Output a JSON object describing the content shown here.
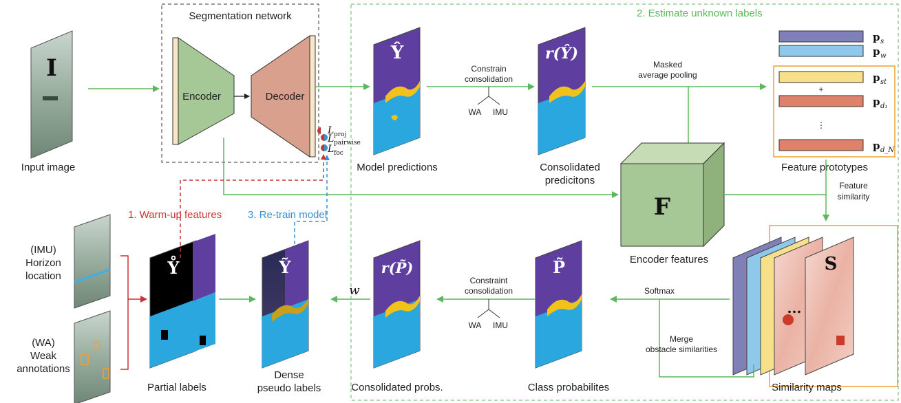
{
  "segmentation_network": {
    "title": "Segmentation network",
    "encoder": "Encoder",
    "decoder": "Decoder",
    "losses": [
      "L",
      "L",
      "L"
    ],
    "loss_subscripts": [
      "proj",
      "pairwise",
      "foc"
    ]
  },
  "input": {
    "symbol": "I",
    "caption": "Input image"
  },
  "steps": {
    "step1": "1. Warm-up features",
    "step2": "2. Estimate unknown labels",
    "step3": "3. Re-train model"
  },
  "top_row": {
    "model_pred_symbol": "Ŷ",
    "model_pred_caption": "Model predictions",
    "constrain_label_1": "Constrain",
    "constrain_label_2": "consolidation",
    "wa": "WA",
    "imu": "IMU",
    "consolidated_symbol": "r(Ŷ)",
    "consolidated_caption_1": "Consolidated",
    "consolidated_caption_2": "predicitons",
    "masked_label_1": "Masked",
    "masked_label_2": "average pooling"
  },
  "prototypes": {
    "items": [
      "p",
      "p",
      "p",
      "p",
      "p"
    ],
    "subscripts": [
      "s",
      "w",
      "st",
      "d₁",
      "d_N"
    ],
    "plus": "+",
    "dots": "⋮",
    "caption": "Feature prototypes",
    "colors": [
      "#8080b8",
      "#8ec8ea",
      "#f8e08a",
      "#e0826a",
      "#e0826a"
    ]
  },
  "features": {
    "symbol": "F",
    "caption": "Encoder features",
    "similarity_1": "Feature",
    "similarity_2": "similarity"
  },
  "similarity": {
    "symbol": "S",
    "dots": "...",
    "caption": "Similarity maps"
  },
  "bottom_row": {
    "softmax": "Softmax",
    "merge_1": "Merge",
    "merge_2": "obstacle similarities",
    "class_symbol": "P̃",
    "class_caption": "Class probabilites",
    "constraint_1": "Constraint",
    "constraint_2": "consolidation",
    "wa": "WA",
    "imu": "IMU",
    "cons_symbol": "r(P̃)",
    "cons_caption": "Consolidated probs.",
    "w": "w",
    "dense_symbol": "Ỹ",
    "dense_caption_1": "Dense",
    "dense_caption_2": "pseudo labels",
    "partial_symbol": "Y̊",
    "partial_caption": "Partial labels",
    "imu_label": [
      "(IMU)",
      "Horizon",
      "location"
    ],
    "wa_label": [
      "(WA)",
      "Weak",
      "annotations"
    ]
  }
}
